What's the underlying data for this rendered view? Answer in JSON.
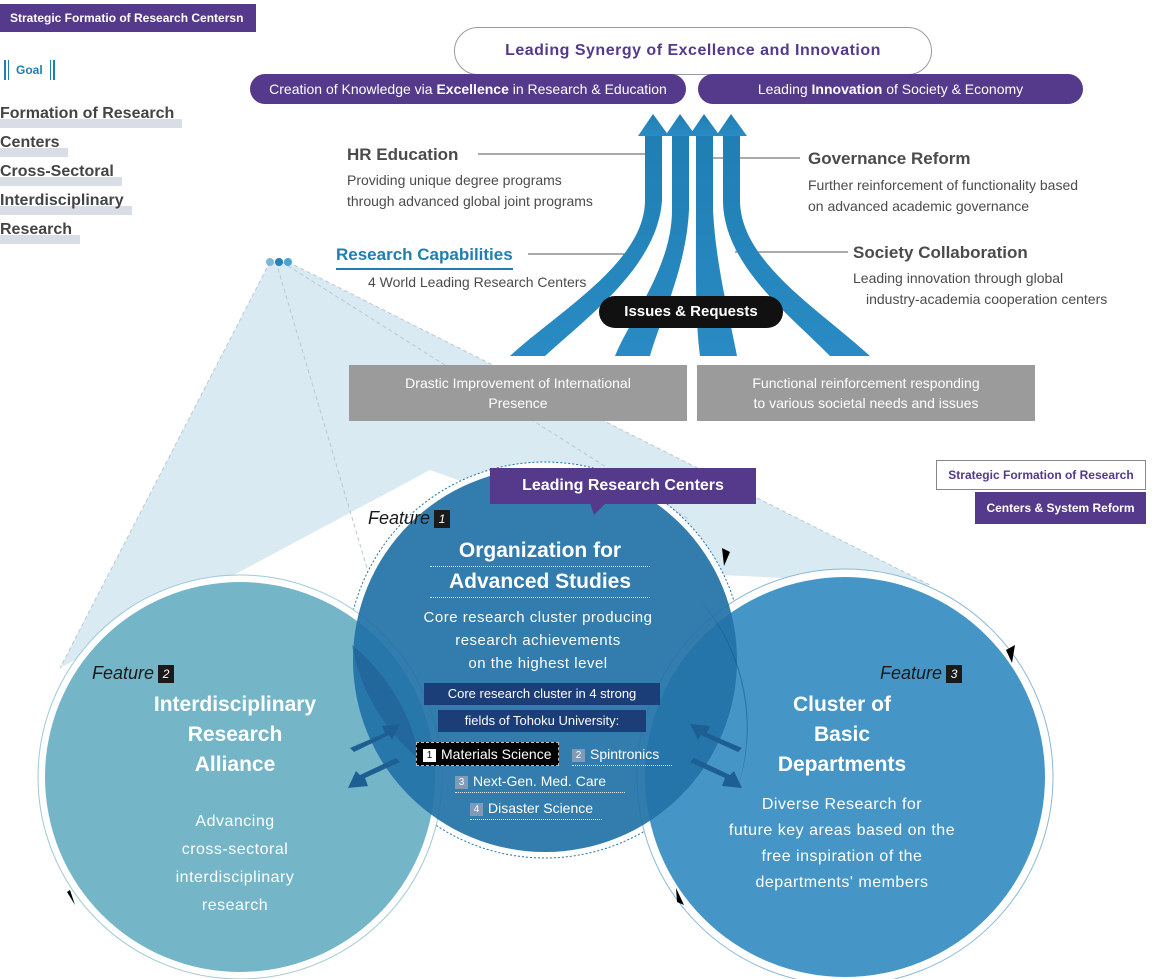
{
  "header": {
    "badge": "Strategic Formatio of Research Centersn",
    "goal": "Goal"
  },
  "sidebar": {
    "lines": [
      "Formation of Research",
      "Centers",
      "Cross-Sectoral",
      "Interdisciplinary",
      "Research"
    ]
  },
  "top": {
    "title": "Leading Synergy of Excellence and Innovation",
    "left_pill_pre": "Creation of Knowledge via ",
    "left_pill_bold": "Excellence",
    "left_pill_post": " in Research & Education",
    "right_pill_pre": "Leading ",
    "right_pill_bold": "Innovation",
    "right_pill_post": " of Society & Economy"
  },
  "pillars": {
    "hr_title": "HR Education",
    "hr_line1": "Providing unique degree programs",
    "hr_line2": "through advanced global joint programs",
    "gov_title": "Governance Reform",
    "gov_line1": "Further reinforcement of functionality based",
    "gov_line2": "on advanced academic governance",
    "rc_title": "Research Capabilities",
    "rc_line1": "4 World Leading Research Centers",
    "soc_title": "Society Collaboration",
    "soc_line1": "Leading innovation through global",
    "soc_line2": "industry-academia cooperation centers",
    "issues": "Issues & Requests"
  },
  "boxes": {
    "left_line1": "Drastic Improvement of International",
    "left_line2": "Presence",
    "right_line1": "Functional reinforcement responding",
    "right_line2": "to various societal needs and issues"
  },
  "reform": {
    "line1": "Strategic Formation of Research",
    "line2": "Centers & System Reform"
  },
  "center": {
    "banner": "Leading Research Centers",
    "feature_label": "Feature",
    "feature_num": "1",
    "title_line1": "Organization for",
    "title_line2": "Advanced Studies",
    "desc_line1": "Core research cluster producing",
    "desc_line2": "research achievements",
    "desc_line3": "on the highest level",
    "core_line1": "Core research cluster in 4 strong",
    "core_line2": "fields of Tohoku University:",
    "fields": [
      {
        "num": "1",
        "label": "Materials Science"
      },
      {
        "num": "2",
        "label": "Spintronics"
      },
      {
        "num": "3",
        "label": "Next-Gen. Med. Care"
      },
      {
        "num": "4",
        "label": "Disaster Science"
      }
    ]
  },
  "left_circle": {
    "feature_label": "Feature",
    "feature_num": "2",
    "title_line1": "Interdisciplinary",
    "title_line2": "Research",
    "title_line3": "Alliance",
    "desc_line1": "Advancing",
    "desc_line2": "cross-sectoral",
    "desc_line3": "interdisciplinary",
    "desc_line4": "research"
  },
  "right_circle": {
    "feature_label": "Feature",
    "feature_num": "3",
    "title_line1": "Cluster of",
    "title_line2": "Basic",
    "title_line3": "Departments",
    "desc_line1": "Diverse Research for",
    "desc_line2": "future key areas based on the",
    "desc_line3": "free inspiration of the",
    "desc_line4": "departments' members"
  },
  "colors": {
    "purple": "#55398a",
    "blue": "#1f7fb3",
    "center_circle": "#2272a8",
    "left_circle": "#74b5c8",
    "right_circle": "#4596c6",
    "grey_box": "#9b9b9b"
  }
}
